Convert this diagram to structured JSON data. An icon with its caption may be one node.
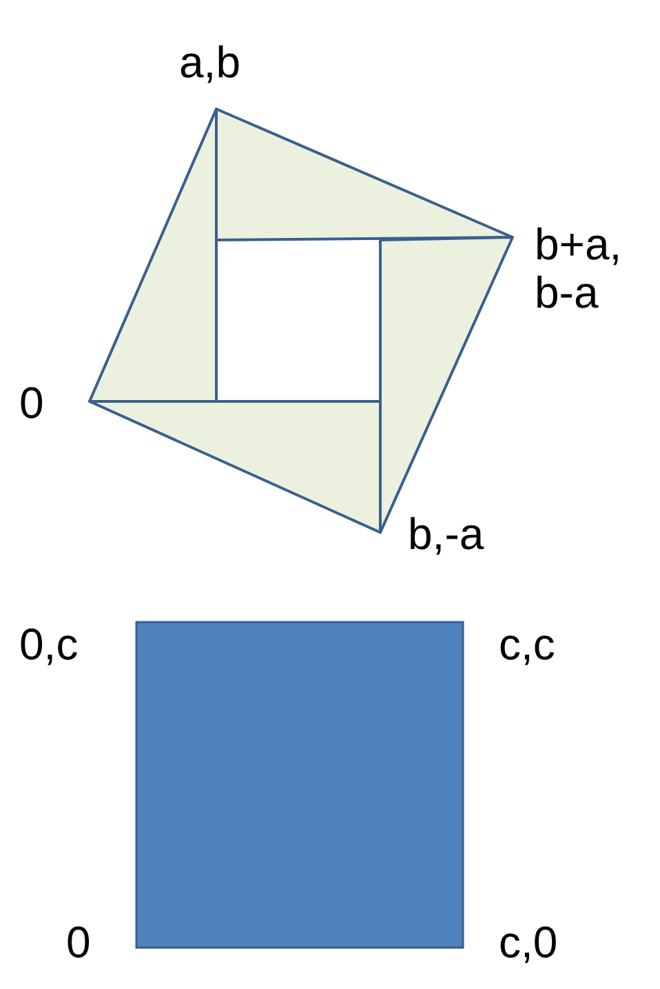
{
  "diagram": {
    "labels": [
      "a,b",
      "b+a, b-a",
      "0",
      "b,-a",
      "0,c",
      "c,c",
      "0",
      "c,0"
    ]
  }
}
